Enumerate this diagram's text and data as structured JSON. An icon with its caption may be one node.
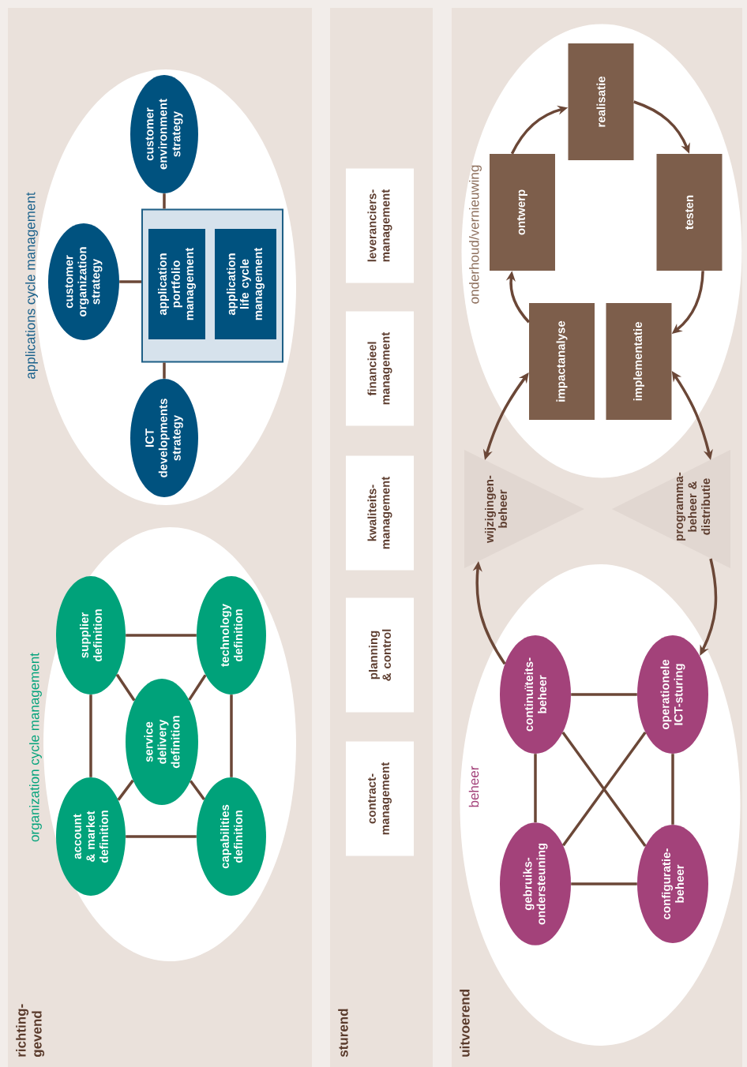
{
  "diagram": {
    "nodes": [
      {
        "text": [
          "richting-gevend"
        ]
      },
      {
        "text": [
          "organization cycle management"
        ],
        "in": 0
      },
      {
        "text": [
          "account & market definition"
        ],
        "in": 1
      },
      {
        "text": [
          "supplier definition"
        ],
        "in": 1
      },
      {
        "text": [
          "service delivery definition"
        ],
        "in": 1
      },
      {
        "text": [
          "capabilities definition"
        ],
        "in": 1
      },
      {
        "text": [
          "technology definition"
        ],
        "in": 1
      },
      {
        "text": [
          "applications cycle management"
        ],
        "in": 0
      },
      {
        "text": [
          "customer organization strategy"
        ],
        "in": 7
      },
      {
        "text": [
          "ICT developments strategy"
        ],
        "in": 7
      },
      {
        "text": [],
        "shape": "box",
        "in": 7
      },
      {
        "text": [
          "application portfolio management"
        ],
        "in": 10
      },
      {
        "text": [
          "application life cycle management"
        ],
        "in": 10
      },
      {
        "text": [
          "customer environment strategy"
        ],
        "in": 7
      },
      {
        "text": [
          "sturend"
        ]
      },
      {
        "text": [
          "contract-management"
        ],
        "in": 14
      },
      {
        "text": [
          "planning & control"
        ],
        "in": 14
      },
      {
        "text": [
          "kwaliteits-management"
        ],
        "in": 14
      },
      {
        "text": [
          "financieel management"
        ],
        "in": 14
      },
      {
        "text": [
          "leveranciers-management"
        ],
        "in": 14
      },
      {
        "text": [
          "uitvoerend"
        ]
      },
      {
        "text": [
          "beheer"
        ],
        "in": 20
      },
      {
        "text": [
          "gebruiks-ondersteuning"
        ],
        "in": 21
      },
      {
        "text": [
          "continuïteits-beheer"
        ],
        "in": 21
      },
      {
        "text": [
          "configuratie-beheer"
        ],
        "in": 21
      },
      {
        "text": [
          "operationele ICT-sturing"
        ],
        "in": 21
      },
      {
        "text": [
          "wijzigingen-beheer"
        ],
        "in": 20
      },
      {
        "text": [
          "programma-beheer & distributie"
        ],
        "in": 20
      },
      {
        "text": [
          "onderhoud/vernieuwing"
        ],
        "in": 20
      },
      {
        "text": [
          "impactanalyse"
        ],
        "in": 28
      },
      {
        "text": [
          "implementatie"
        ],
        "in": 28
      },
      {
        "text": [
          "ontwerp"
        ],
        "in": 28
      },
      {
        "text": [
          "realisatie"
        ],
        "in": 28
      },
      {
        "text": [
          "testen"
        ],
        "in": 28
      }
    ],
    "edges": [
      {
        "from": 2,
        "to": 3,
        "arrow": "none"
      },
      {
        "from": 2,
        "to": 5,
        "arrow": "none"
      },
      {
        "from": 3,
        "to": 6,
        "arrow": "none"
      },
      {
        "from": 5,
        "to": 6,
        "arrow": "none"
      },
      {
        "from": 4,
        "to": 2,
        "arrow": "none"
      },
      {
        "from": 4,
        "to": 3,
        "arrow": "none"
      },
      {
        "from": 4,
        "to": 5,
        "arrow": "none"
      },
      {
        "from": 4,
        "to": 6,
        "arrow": "none"
      },
      {
        "from": 8,
        "to": 10,
        "arrow": "none"
      },
      {
        "from": 9,
        "to": 10,
        "arrow": "none"
      },
      {
        "from": 13,
        "to": 10,
        "arrow": "none"
      },
      {
        "from": 22,
        "to": 23,
        "arrow": "none"
      },
      {
        "from": 24,
        "to": 25,
        "arrow": "none"
      },
      {
        "from": 22,
        "to": 24,
        "arrow": "none"
      },
      {
        "from": 23,
        "to": 25,
        "arrow": "none"
      },
      {
        "from": 22,
        "to": 25,
        "arrow": "none"
      },
      {
        "from": 23,
        "to": 24,
        "arrow": "none"
      },
      {
        "from": 29,
        "to": 31,
        "arrow": "to"
      },
      {
        "from": 31,
        "to": 32,
        "arrow": "to"
      },
      {
        "from": 32,
        "to": 33,
        "arrow": "to"
      },
      {
        "from": 33,
        "to": 30,
        "arrow": "to"
      },
      {
        "from": 29,
        "to": 26,
        "arrow": "both"
      },
      {
        "from": 30,
        "to": 27,
        "arrow": "both"
      },
      {
        "from": 23,
        "to": 26,
        "arrow": "to"
      },
      {
        "from": 27,
        "to": 25,
        "arrow": "to"
      }
    ]
  }
}
